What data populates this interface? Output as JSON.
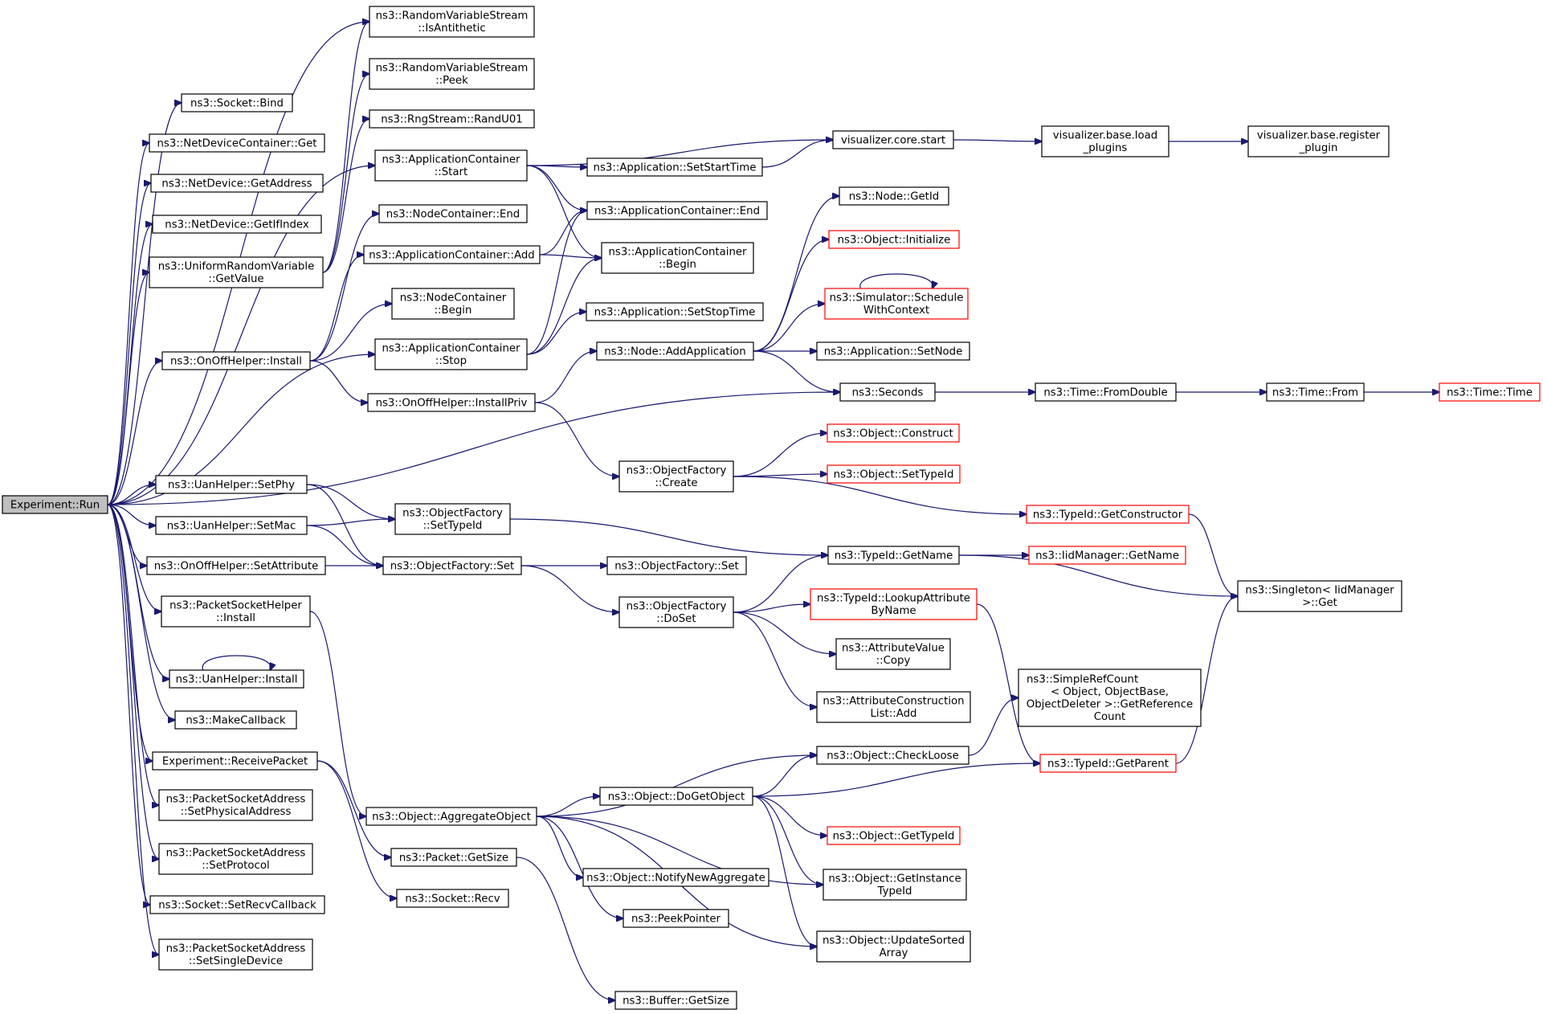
{
  "colors": {
    "edge": "#191970",
    "root_fill": "#bfbfbf",
    "red_border": "#ff0000",
    "node_border": "#000000"
  },
  "nodes": [
    {
      "id": "run",
      "lines": [
        "Experiment::Run"
      ],
      "root": true
    },
    {
      "id": "rvs_anti",
      "lines": [
        "ns3::RandomVariableStream",
        "::IsAntithetic"
      ]
    },
    {
      "id": "rvs_peek",
      "lines": [
        "ns3::RandomVariableStream",
        "::Peek"
      ]
    },
    {
      "id": "sock_bind",
      "lines": [
        "ns3::Socket::Bind"
      ]
    },
    {
      "id": "rng_rand",
      "lines": [
        "ns3::RngStream::RandU01"
      ]
    },
    {
      "id": "ndc_get",
      "lines": [
        "ns3::NetDeviceContainer::Get"
      ]
    },
    {
      "id": "nd_addr",
      "lines": [
        "ns3::NetDevice::GetAddress"
      ]
    },
    {
      "id": "nd_ifidx",
      "lines": [
        "ns3::NetDevice::GetIfIndex"
      ]
    },
    {
      "id": "urv_get",
      "lines": [
        "ns3::UniformRandomVariable",
        "::GetValue"
      ]
    },
    {
      "id": "ac_start",
      "lines": [
        "ns3::ApplicationContainer",
        "::Start"
      ]
    },
    {
      "id": "app_setstart",
      "lines": [
        "ns3::Application::SetStartTime"
      ]
    },
    {
      "id": "viz_start",
      "lines": [
        "visualizer.core.start"
      ]
    },
    {
      "id": "viz_load",
      "lines": [
        "visualizer.base.load",
        "_plugins"
      ]
    },
    {
      "id": "viz_reg",
      "lines": [
        "visualizer.base.register",
        "_plugin"
      ]
    },
    {
      "id": "nc_end",
      "lines": [
        "ns3::NodeContainer::End"
      ]
    },
    {
      "id": "ac_end",
      "lines": [
        "ns3::ApplicationContainer::End"
      ]
    },
    {
      "id": "node_getid",
      "lines": [
        "ns3::Node::GetId"
      ]
    },
    {
      "id": "ac_add",
      "lines": [
        "ns3::ApplicationContainer::Add"
      ]
    },
    {
      "id": "ac_begin",
      "lines": [
        "ns3::ApplicationContainer",
        "::Begin"
      ]
    },
    {
      "id": "obj_init",
      "lines": [
        "ns3::Object::Initialize"
      ],
      "red": true
    },
    {
      "id": "nc_begin",
      "lines": [
        "ns3::NodeContainer",
        "::Begin"
      ]
    },
    {
      "id": "sim_sched",
      "lines": [
        "ns3::Simulator::Schedule",
        "WithContext"
      ],
      "red": true
    },
    {
      "id": "app_setstop",
      "lines": [
        "ns3::Application::SetStopTime"
      ]
    },
    {
      "id": "ac_stop",
      "lines": [
        "ns3::ApplicationContainer",
        "::Stop"
      ]
    },
    {
      "id": "onoff_install",
      "lines": [
        "ns3::OnOffHelper::Install"
      ]
    },
    {
      "id": "node_addapp",
      "lines": [
        "ns3::Node::AddApplication"
      ]
    },
    {
      "id": "app_setnode",
      "lines": [
        "ns3::Application::SetNode"
      ]
    },
    {
      "id": "seconds",
      "lines": [
        "ns3::Seconds"
      ]
    },
    {
      "id": "time_fromdouble",
      "lines": [
        "ns3::Time::FromDouble"
      ]
    },
    {
      "id": "time_from",
      "lines": [
        "ns3::Time::From"
      ]
    },
    {
      "id": "time_time",
      "lines": [
        "ns3::Time::Time"
      ],
      "red": true
    },
    {
      "id": "onoff_priv",
      "lines": [
        "ns3::OnOffHelper::InstallPriv"
      ]
    },
    {
      "id": "obj_construct",
      "lines": [
        "ns3::Object::Construct"
      ],
      "red": true
    },
    {
      "id": "of_create",
      "lines": [
        "ns3::ObjectFactory",
        "::Create"
      ]
    },
    {
      "id": "obj_settypeid",
      "lines": [
        "ns3::Object::SetTypeId"
      ],
      "red": true
    },
    {
      "id": "uan_setphy",
      "lines": [
        "ns3::UanHelper::SetPhy"
      ]
    },
    {
      "id": "of_settypeid",
      "lines": [
        "ns3::ObjectFactory",
        "::SetTypeId"
      ]
    },
    {
      "id": "tid_getctor",
      "lines": [
        "ns3::TypeId::GetConstructor"
      ],
      "red": true
    },
    {
      "id": "uan_setmac",
      "lines": [
        "ns3::UanHelper::SetMac"
      ]
    },
    {
      "id": "tid_getname",
      "lines": [
        "ns3::TypeId::GetName"
      ]
    },
    {
      "id": "iid_getname",
      "lines": [
        "ns3::IidManager::GetName"
      ],
      "red": true
    },
    {
      "id": "onoff_setattr",
      "lines": [
        "ns3::OnOffHelper::SetAttribute"
      ]
    },
    {
      "id": "of_set",
      "lines": [
        "ns3::ObjectFactory::Set"
      ]
    },
    {
      "id": "of_set2",
      "lines": [
        "ns3::ObjectFactory::Set"
      ]
    },
    {
      "id": "singleton",
      "lines": [
        "ns3::Singleton< IidManager",
        "&gt;::Get"
      ]
    },
    {
      "id": "psh_install",
      "lines": [
        "ns3::PacketSocketHelper",
        "::Install"
      ]
    },
    {
      "id": "of_doset",
      "lines": [
        "ns3::ObjectFactory",
        "::DoSet"
      ]
    },
    {
      "id": "tid_lookup",
      "lines": [
        "ns3::TypeId::LookupAttribute",
        "ByName"
      ],
      "red": true
    },
    {
      "id": "av_copy",
      "lines": [
        "ns3::AttributeValue",
        "::Copy"
      ]
    },
    {
      "id": "uan_install",
      "lines": [
        "ns3::UanHelper::Install"
      ]
    },
    {
      "id": "acl_add",
      "lines": [
        "ns3::AttributeConstruction",
        "List::Add"
      ]
    },
    {
      "id": "simpleref",
      "lines": [
        "ns3::SimpleRefCount",
        "< Object, ObjectBase,",
        " ObjectDeleter >::GetReference",
        "Count"
      ]
    },
    {
      "id": "makecb",
      "lines": [
        "ns3::MakeCallback"
      ]
    },
    {
      "id": "exp_recv",
      "lines": [
        "Experiment::ReceivePacket"
      ]
    },
    {
      "id": "obj_checkloose",
      "lines": [
        "ns3::Object::CheckLoose"
      ]
    },
    {
      "id": "tid_getparent",
      "lines": [
        "ns3::TypeId::GetParent"
      ],
      "red": true
    },
    {
      "id": "obj_dogetobject",
      "lines": [
        "ns3::Object::DoGetObject"
      ]
    },
    {
      "id": "psa_setphys",
      "lines": [
        "ns3::PacketSocketAddress",
        "::SetPhysicalAddress"
      ]
    },
    {
      "id": "obj_aggregate",
      "lines": [
        "ns3::Object::AggregateObject"
      ]
    },
    {
      "id": "obj_gettypeid",
      "lines": [
        "ns3::Object::GetTypeId"
      ],
      "red": true
    },
    {
      "id": "pkt_getsize",
      "lines": [
        "ns3::Packet::GetSize"
      ]
    },
    {
      "id": "psa_setproto",
      "lines": [
        "ns3::PacketSocketAddress",
        "::SetProtocol"
      ]
    },
    {
      "id": "obj_notify",
      "lines": [
        "ns3::Object::NotifyNewAggregate"
      ]
    },
    {
      "id": "obj_getinst",
      "lines": [
        "ns3::Object::GetInstance",
        "TypeId"
      ]
    },
    {
      "id": "sock_recv",
      "lines": [
        "ns3::Socket::Recv"
      ]
    },
    {
      "id": "sock_setrecv",
      "lines": [
        "ns3::Socket::SetRecvCallback"
      ]
    },
    {
      "id": "peekptr",
      "lines": [
        "ns3::PeekPointer"
      ]
    },
    {
      "id": "psa_setsingle",
      "lines": [
        "ns3::PacketSocketAddress",
        "::SetSingleDevice"
      ]
    },
    {
      "id": "obj_updsorted",
      "lines": [
        "ns3::Object::UpdateSorted",
        "Array"
      ]
    },
    {
      "id": "buf_getsize",
      "lines": [
        "ns3::Buffer::GetSize"
      ]
    }
  ],
  "edges": [
    [
      "run",
      "rvs_anti"
    ],
    [
      "run",
      "sock_bind"
    ],
    [
      "run",
      "ndc_get"
    ],
    [
      "run",
      "nd_addr"
    ],
    [
      "run",
      "nd_ifidx"
    ],
    [
      "run",
      "urv_get"
    ],
    [
      "run",
      "ac_start"
    ],
    [
      "run",
      "onoff_install"
    ],
    [
      "run",
      "ac_stop"
    ],
    [
      "run",
      "seconds"
    ],
    [
      "run",
      "uan_setphy"
    ],
    [
      "run",
      "uan_setmac"
    ],
    [
      "run",
      "onoff_setattr"
    ],
    [
      "run",
      "psh_install"
    ],
    [
      "run",
      "uan_install"
    ],
    [
      "run",
      "makecb"
    ],
    [
      "run",
      "exp_recv"
    ],
    [
      "run",
      "psa_setphys"
    ],
    [
      "run",
      "psa_setproto"
    ],
    [
      "run",
      "sock_setrecv"
    ],
    [
      "run",
      "psa_setsingle"
    ],
    [
      "urv_get",
      "rvs_anti"
    ],
    [
      "urv_get",
      "rvs_peek"
    ],
    [
      "urv_get",
      "rng_rand"
    ],
    [
      "ac_start",
      "viz_start"
    ],
    [
      "ac_start",
      "app_setstart"
    ],
    [
      "ac_start",
      "ac_end"
    ],
    [
      "ac_start",
      "ac_begin"
    ],
    [
      "app_setstart",
      "viz_start"
    ],
    [
      "viz_start",
      "viz_load"
    ],
    [
      "viz_load",
      "viz_reg"
    ],
    [
      "onoff_install",
      "nc_end"
    ],
    [
      "onoff_install",
      "ac_add"
    ],
    [
      "onoff_install",
      "nc_begin"
    ],
    [
      "onoff_install",
      "onoff_priv"
    ],
    [
      "ac_add",
      "ac_end"
    ],
    [
      "ac_add",
      "ac_begin"
    ],
    [
      "ac_stop",
      "ac_end"
    ],
    [
      "ac_stop",
      "ac_begin"
    ],
    [
      "ac_stop",
      "app_setstop"
    ],
    [
      "onoff_priv",
      "node_addapp"
    ],
    [
      "onoff_priv",
      "of_create"
    ],
    [
      "node_addapp",
      "node_getid"
    ],
    [
      "node_addapp",
      "obj_init"
    ],
    [
      "node_addapp",
      "sim_sched"
    ],
    [
      "node_addapp",
      "app_setnode"
    ],
    [
      "node_addapp",
      "seconds"
    ],
    [
      "sim_sched",
      "sim_sched"
    ],
    [
      "seconds",
      "time_fromdouble"
    ],
    [
      "time_fromdouble",
      "time_from"
    ],
    [
      "time_from",
      "time_time"
    ],
    [
      "of_create",
      "obj_construct"
    ],
    [
      "of_create",
      "obj_settypeid"
    ],
    [
      "of_create",
      "tid_getctor"
    ],
    [
      "uan_setphy",
      "of_settypeid"
    ],
    [
      "uan_setphy",
      "of_set"
    ],
    [
      "uan_setmac",
      "of_settypeid"
    ],
    [
      "uan_setmac",
      "of_set"
    ],
    [
      "onoff_setattr",
      "of_set"
    ],
    [
      "of_settypeid",
      "tid_getname"
    ],
    [
      "of_set",
      "of_set2"
    ],
    [
      "of_set",
      "of_doset"
    ],
    [
      "of_doset",
      "tid_getname"
    ],
    [
      "of_doset",
      "tid_lookup"
    ],
    [
      "of_doset",
      "av_copy"
    ],
    [
      "of_doset",
      "acl_add"
    ],
    [
      "tid_getname",
      "iid_getname"
    ],
    [
      "tid_getname",
      "singleton"
    ],
    [
      "tid_getctor",
      "singleton"
    ],
    [
      "tid_lookup",
      "tid_getparent"
    ],
    [
      "tid_getparent",
      "singleton"
    ],
    [
      "uan_install",
      "uan_install"
    ],
    [
      "psh_install",
      "obj_aggregate"
    ],
    [
      "exp_recv",
      "pkt_getsize"
    ],
    [
      "exp_recv",
      "sock_recv"
    ],
    [
      "obj_aggregate",
      "obj_checkloose"
    ],
    [
      "obj_aggregate",
      "obj_dogetobject"
    ],
    [
      "obj_aggregate",
      "obj_notify"
    ],
    [
      "obj_aggregate",
      "obj_getinst"
    ],
    [
      "obj_aggregate",
      "peekptr"
    ],
    [
      "obj_aggregate",
      "obj_updsorted"
    ],
    [
      "obj_checkloose",
      "simpleref"
    ],
    [
      "obj_dogetobject",
      "obj_checkloose"
    ],
    [
      "obj_dogetobject",
      "tid_getparent"
    ],
    [
      "obj_dogetobject",
      "obj_gettypeid"
    ],
    [
      "obj_dogetobject",
      "obj_getinst"
    ],
    [
      "obj_dogetobject",
      "obj_updsorted"
    ],
    [
      "pkt_getsize",
      "buf_getsize"
    ]
  ]
}
